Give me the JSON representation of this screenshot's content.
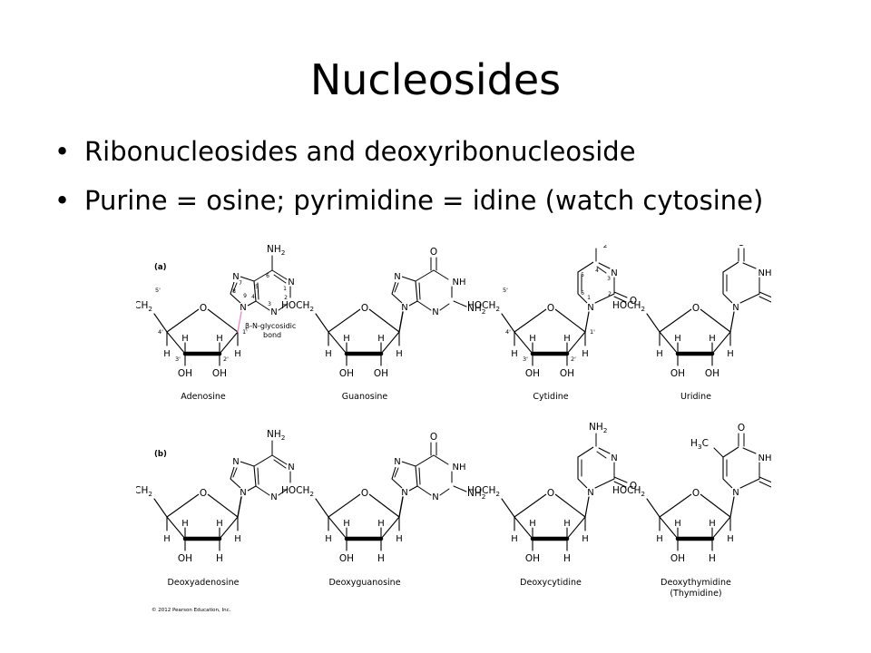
{
  "slide": {
    "title": "Nucleosides",
    "bullets": [
      "Ribonucleosides and deoxyribonucleoside",
      "Purine = osine; pyrimidine = idine (watch cytosine)"
    ]
  },
  "figure": {
    "panel_a_label": "(a)",
    "panel_b_label": "(b)",
    "bond_label_line1": "β-N-glycosidic",
    "bond_label_line2": "bond",
    "copyright": "© 2012 Pearson Education, Inc.",
    "nucleosides_a": [
      {
        "name": "Adenosine",
        "base": "adenine"
      },
      {
        "name": "Guanosine",
        "base": "guanine"
      },
      {
        "name": "Cytidine",
        "base": "cytosine"
      },
      {
        "name": "Uridine",
        "base": "uracil"
      }
    ],
    "nucleosides_b": [
      {
        "name": "Deoxyadenosine",
        "base": "adenine"
      },
      {
        "name": "Deoxyguanosine",
        "base": "guanine"
      },
      {
        "name": "Deoxycytidine",
        "base": "cytosine"
      },
      {
        "name": "Deoxythymidine",
        "name2": "(Thymidine)",
        "base": "thymine"
      }
    ],
    "atom_labels": {
      "hoch2": "HOCH",
      "sub2": "2",
      "o": "O",
      "h": "H",
      "oh": "OH",
      "n": "N",
      "nh": "NH",
      "nh2": "NH",
      "h3c": "H",
      "h3c_sub": "3",
      "h3c_c": "C"
    },
    "numbering": {
      "c5p": "5'",
      "c4p": "4'",
      "c3p": "3'",
      "c2p": "2'",
      "c1p": "1'"
    },
    "colors": {
      "bond_line": "#000000",
      "glycosidic_bond": "#e88fd0"
    }
  }
}
